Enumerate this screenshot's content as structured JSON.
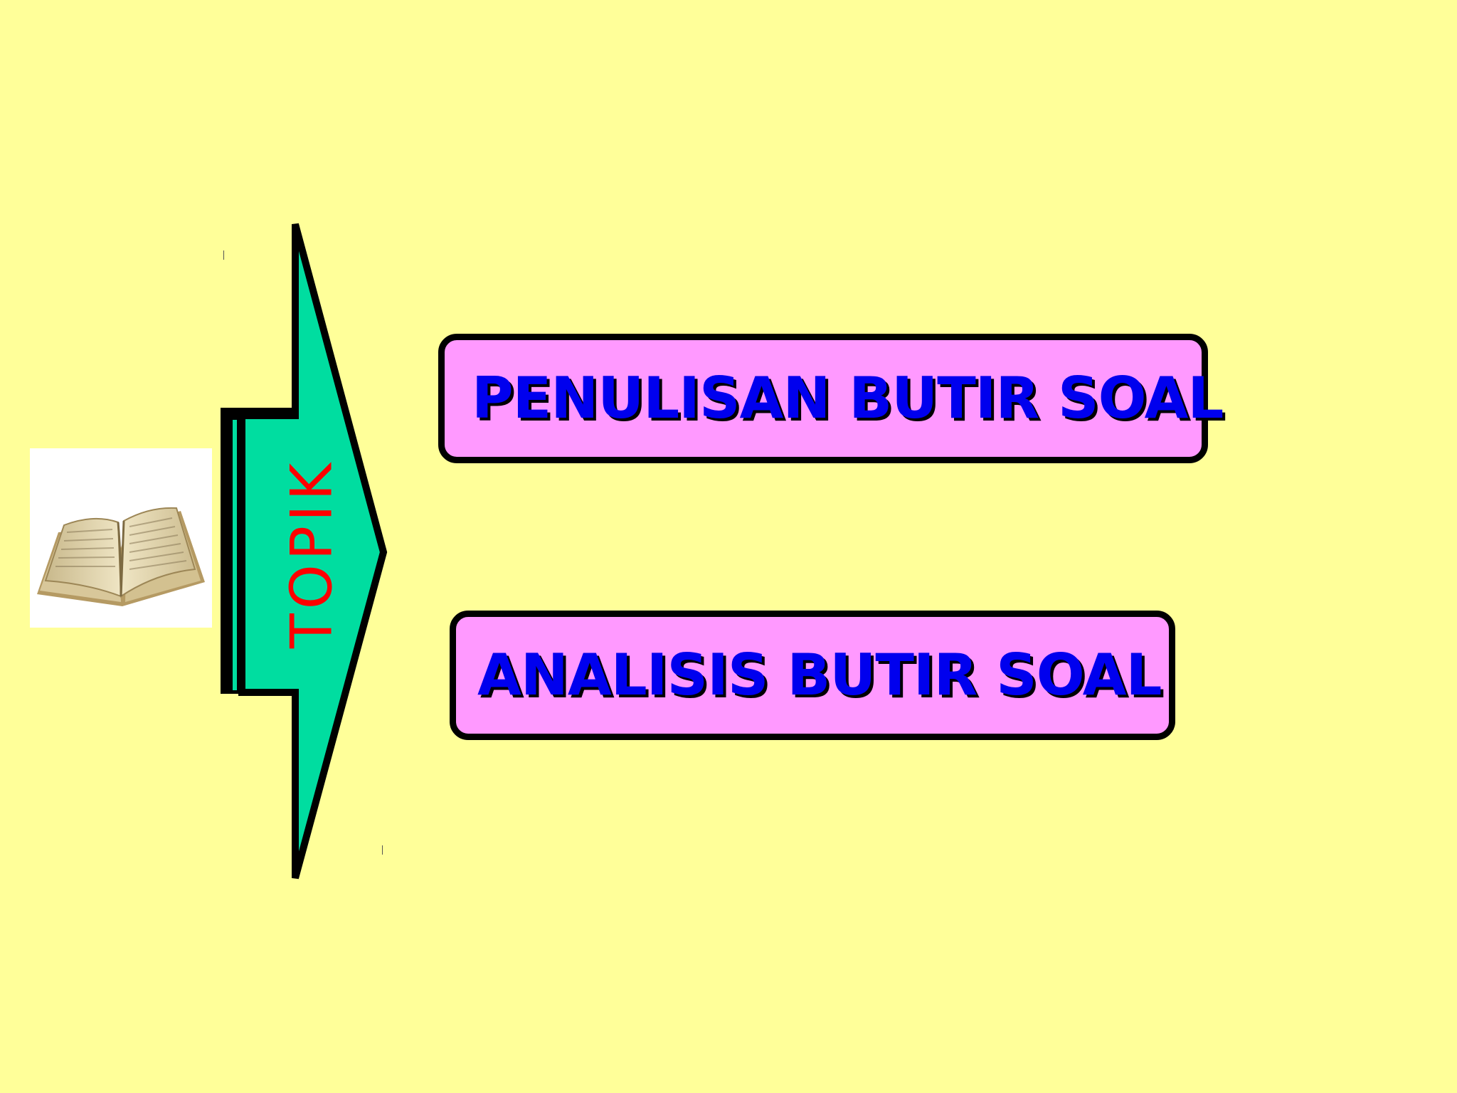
{
  "slide": {
    "background_color": "#FFFF99",
    "arrow": {
      "label": "TOPIK",
      "label_color": "#FF0000",
      "fill_color": "#00DDA0",
      "outline_color": "#000000"
    },
    "book_icon": "open-book-icon",
    "topics": [
      {
        "label": "PENULISAN BUTIR SOAL"
      },
      {
        "label": "ANALISIS BUTIR SOAL"
      }
    ],
    "topic_box_fill": "#FF99FF",
    "topic_text_color": "#0000EE"
  }
}
